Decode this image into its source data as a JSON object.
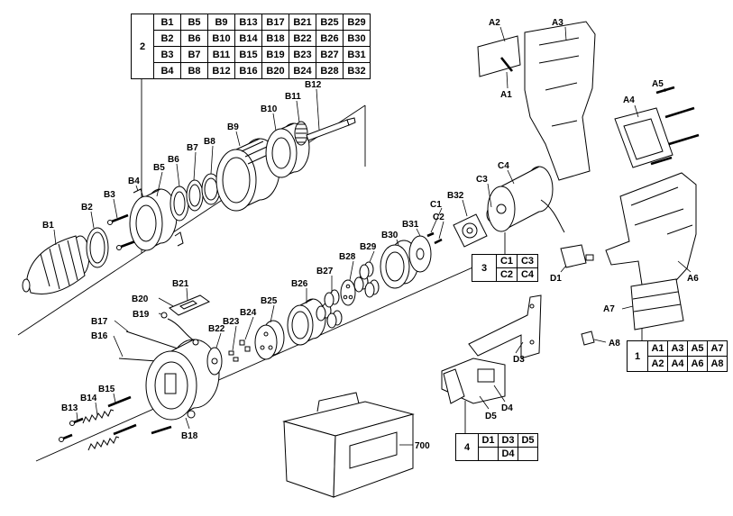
{
  "tables": {
    "t2": {
      "id": "2",
      "rows": [
        [
          "B1",
          "B5",
          "B9",
          "B13",
          "B17",
          "B21",
          "B25",
          "B29"
        ],
        [
          "B2",
          "B6",
          "B10",
          "B14",
          "B18",
          "B22",
          "B26",
          "B30"
        ],
        [
          "B3",
          "B7",
          "B11",
          "B15",
          "B19",
          "B23",
          "B27",
          "B31"
        ],
        [
          "B4",
          "B8",
          "B12",
          "B16",
          "B20",
          "B24",
          "B28",
          "B32"
        ]
      ]
    },
    "t1": {
      "id": "1",
      "rows": [
        [
          "A1",
          "A3",
          "A5",
          "A7"
        ],
        [
          "A2",
          "A4",
          "A6",
          "A8"
        ]
      ]
    },
    "t3": {
      "id": "3",
      "rows": [
        [
          "C1",
          "C3"
        ],
        [
          "C2",
          "C4"
        ]
      ]
    },
    "t4": {
      "id": "4",
      "rows": [
        [
          "D1",
          "D3",
          "D5"
        ],
        [
          "D4"
        ]
      ]
    }
  },
  "labels": {
    "A1": "A1",
    "A2": "A2",
    "A3": "A3",
    "A4": "A4",
    "A5": "A5",
    "A6": "A6",
    "A7": "A7",
    "A8": "A8",
    "B1": "B1",
    "B2": "B2",
    "B3": "B3",
    "B4": "B4",
    "B5": "B5",
    "B6": "B6",
    "B7": "B7",
    "B8": "B8",
    "B9": "B9",
    "B10": "B10",
    "B11": "B11",
    "B12": "B12",
    "B13": "B13",
    "B14": "B14",
    "B15": "B15",
    "B16": "B16",
    "B17": "B17",
    "B18": "B18",
    "B19": "B19",
    "B20": "B20",
    "B21": "B21",
    "B22": "B22",
    "B23": "B23",
    "B24": "B24",
    "B25": "B25",
    "B26": "B26",
    "B27": "B27",
    "B28": "B28",
    "B29": "B29",
    "B30": "B30",
    "B31": "B31",
    "B32": "B32",
    "C1": "C1",
    "C2": "C2",
    "C3": "C3",
    "C4": "C4",
    "D1": "D1",
    "D3": "D3",
    "D4": "D4",
    "D5": "D5",
    "case": "700"
  }
}
